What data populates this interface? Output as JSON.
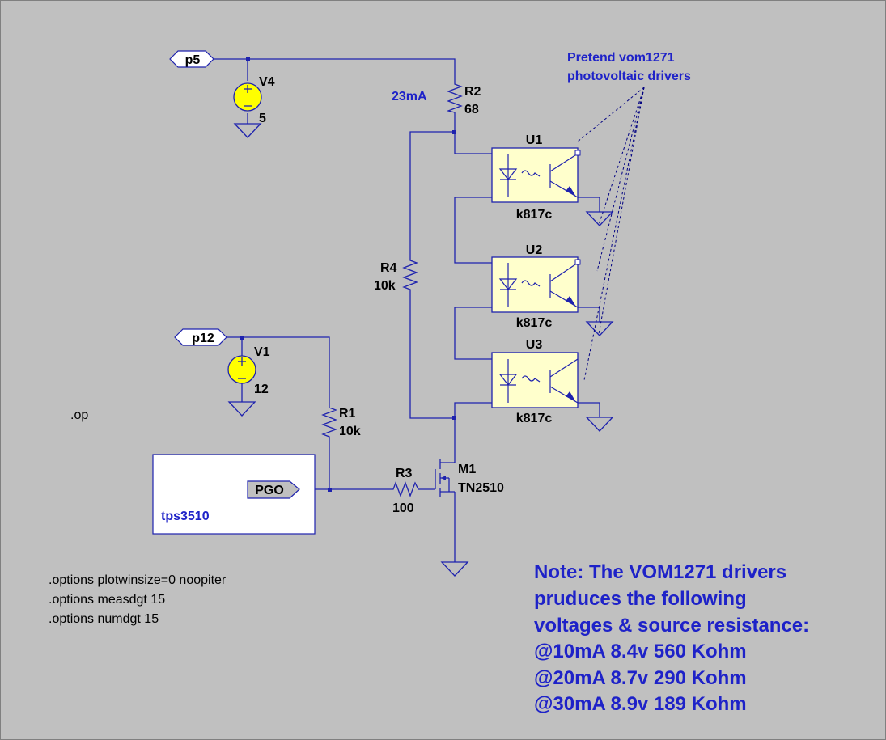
{
  "colors": {
    "background": "#c0c0c0",
    "wire": "#1e22ae",
    "label": "#000000",
    "blue_text": "#1e22c8",
    "part_fill": "#ffffcc",
    "source_fill": "#ffff00",
    "block_fill": "#ffffff",
    "port_fill": "#c0c0c0",
    "dashed": "#000080"
  },
  "net_labels": {
    "p5": "p5",
    "p12": "p12"
  },
  "sources": {
    "v4": {
      "name": "V4",
      "value": "5"
    },
    "v1": {
      "name": "V1",
      "value": "12"
    }
  },
  "resistors": {
    "r2": {
      "name": "R2",
      "value": "68",
      "current": "23mA"
    },
    "r4": {
      "name": "R4",
      "value": "10k"
    },
    "r1": {
      "name": "R1",
      "value": "10k"
    },
    "r3": {
      "name": "R3",
      "value": "100"
    }
  },
  "optocouplers": [
    {
      "name": "U1",
      "model": "k817c"
    },
    {
      "name": "U2",
      "model": "k817c"
    },
    {
      "name": "U3",
      "model": "k817c"
    }
  ],
  "mosfet": {
    "name": "M1",
    "model": "TN2510"
  },
  "block": {
    "name": "tps3510",
    "port": "PGO"
  },
  "annotation": {
    "line1": "Pretend vom1271",
    "line2": "photovoltaic drivers"
  },
  "directives": {
    "op": ".op",
    "options": [
      ".options plotwinsize=0  noopiter",
      ".options  measdgt  15",
      ".options  numdgt  15"
    ]
  },
  "note": {
    "lines": [
      "Note:  The VOM1271 drivers",
      "pruduces the following",
      "voltages & source resistance:",
      "@10mA  8.4v  560 Kohm",
      "@20mA  8.7v  290 Kohm",
      "@30mA  8.9v  189 Kohm"
    ]
  }
}
